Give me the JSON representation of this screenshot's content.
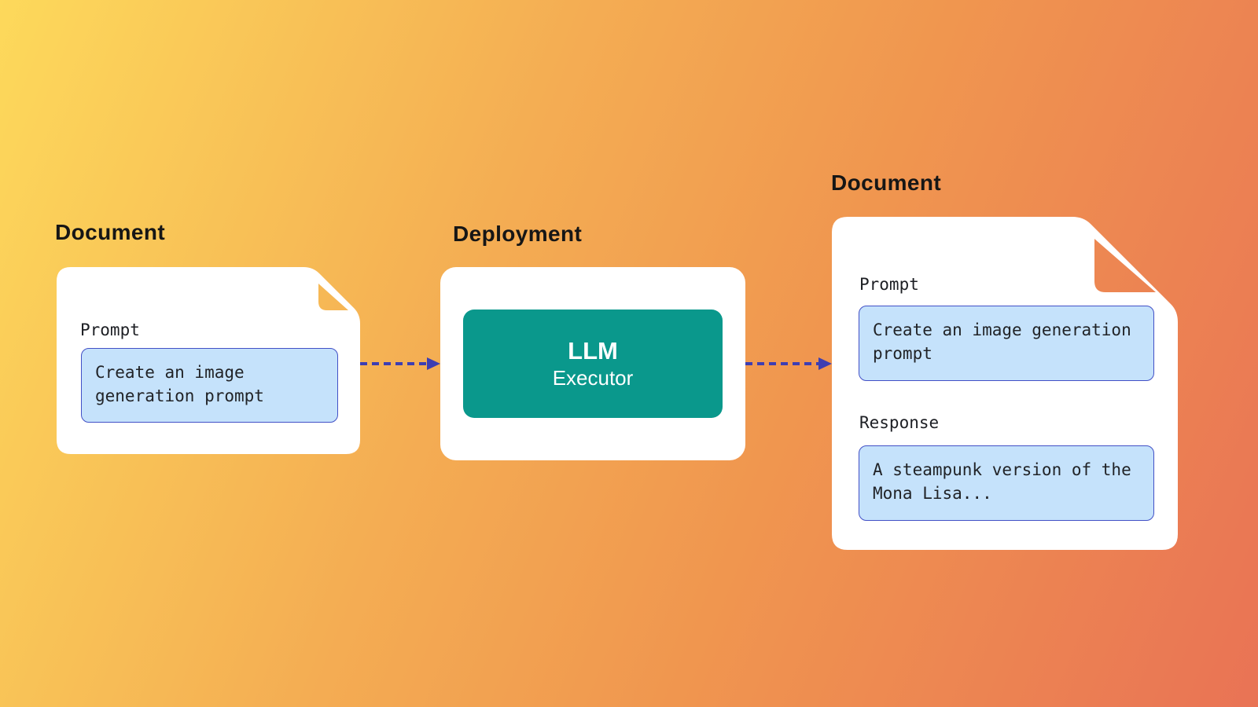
{
  "diagram": {
    "type": "flow",
    "direction": "left-to-right",
    "nodes": {
      "input_document": {
        "title": "Document",
        "shape": "document-with-folded-corner",
        "fields": [
          {
            "label": "Prompt",
            "value": "Create an image generation prompt"
          }
        ]
      },
      "deployment": {
        "title": "Deployment",
        "shape": "rounded-card",
        "box_title": "LLM",
        "box_subtitle": "Executor"
      },
      "output_document": {
        "title": "Document",
        "shape": "document-with-folded-corner",
        "fields": [
          {
            "label": "Prompt",
            "value": "Create an image generation prompt"
          },
          {
            "label": "Response",
            "value": "A steampunk version of the Mona Lisa..."
          }
        ]
      }
    },
    "connectors": [
      {
        "from": "input_document",
        "to": "deployment",
        "style": "dashed-arrow"
      },
      {
        "from": "deployment",
        "to": "output_document",
        "style": "dashed-arrow"
      }
    ]
  },
  "colors": {
    "background_gradient_start": "#fdd95b",
    "background_gradient_end": "#e97355",
    "card_background": "#ffffff",
    "executor_teal": "#0a988c",
    "field_fill": "#c5e2fb",
    "field_border": "#4250c6",
    "arrow": "#3d3eb2",
    "title_text": "#161616",
    "mono_text": "#212327"
  }
}
